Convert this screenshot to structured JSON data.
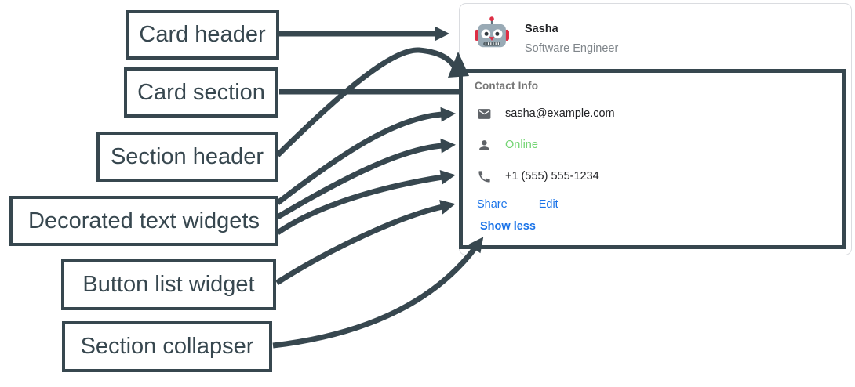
{
  "diagram": {
    "labels": [
      {
        "id": "card-header",
        "text": "Card header"
      },
      {
        "id": "card-section",
        "text": "Card section"
      },
      {
        "id": "section-header",
        "text": "Section header"
      },
      {
        "id": "decorated-text",
        "text": "Decorated text widgets"
      },
      {
        "id": "button-list",
        "text": "Button list widget"
      },
      {
        "id": "collapser",
        "text": "Section collapser"
      }
    ]
  },
  "card": {
    "header": {
      "avatar_icon": "robot-avatar",
      "name": "Sasha",
      "subtitle": "Software Engineer"
    },
    "section": {
      "header": "Contact Info",
      "decorated_text": [
        {
          "icon": "email-icon",
          "text": "sasha@example.com",
          "color": "#202124"
        },
        {
          "icon": "person-icon",
          "text": "Online",
          "color": "#72d472"
        },
        {
          "icon": "phone-icon",
          "text": "+1 (555) 555-1234",
          "color": "#202124"
        }
      ],
      "buttons": [
        {
          "label": "Share"
        },
        {
          "label": "Edit"
        }
      ],
      "collapser": {
        "label": "Show less"
      }
    }
  },
  "colors": {
    "arrow": "#37474f",
    "card_border": "#dadce0",
    "link_blue": "#1a73e8",
    "online_green": "#72d472",
    "text_primary": "#202124",
    "text_secondary": "#80868b",
    "section_header_gray": "#757575",
    "icon_gray": "#5f6368"
  }
}
